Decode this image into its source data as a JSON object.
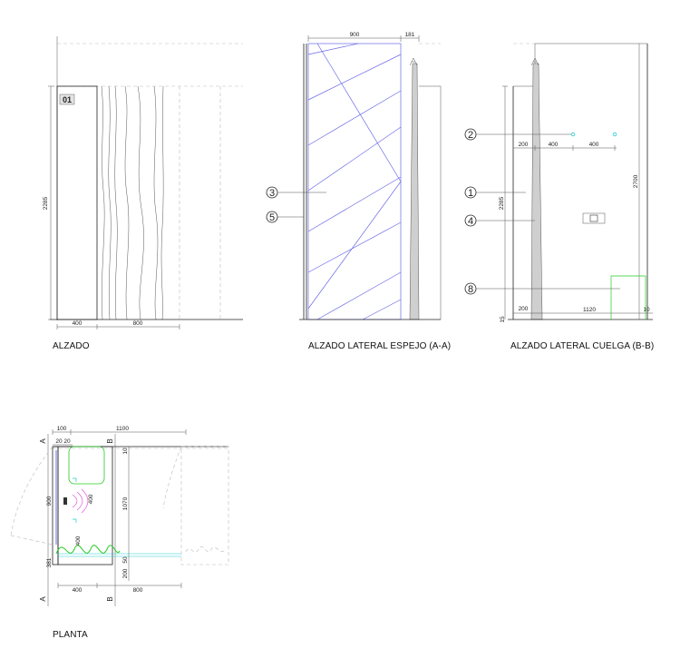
{
  "views": {
    "alzado": {
      "caption": "ALZADO",
      "module_tag": "01",
      "dims": {
        "height": "2285",
        "width_a": "400",
        "width_b": "800"
      }
    },
    "lateral_espejo": {
      "caption": "ALZADO LATERAL ESPEJO (A-A)",
      "dims": {
        "top_a": "900",
        "top_b": "181"
      },
      "callouts": [
        "3",
        "5"
      ]
    },
    "lateral_cuelga": {
      "caption": "ALZADO LATERAL CUELGA (B-B)",
      "dims": {
        "left_h": "2285",
        "total_h": "2700",
        "d200a": "200",
        "d400a": "400",
        "d400b": "400",
        "d200b": "200",
        "d1120": "1120",
        "d10": "10",
        "d15": "15"
      },
      "callouts": [
        "2",
        "1",
        "4",
        "8"
      ]
    },
    "planta": {
      "caption": "PLANTA",
      "section_marks": {
        "a": "A",
        "b": "B"
      },
      "dims": {
        "d100": "100",
        "d1100": "1100",
        "d20a": "20",
        "d20b": "20",
        "d10": "10",
        "d900": "900",
        "d1070": "1070",
        "d400a": "400",
        "d400b": "400",
        "d381": "381",
        "d200": "200",
        "d50": "50",
        "d400c": "400",
        "d800": "800"
      }
    }
  },
  "colors": {
    "line": "#222222",
    "hatch": "#6a6ae8",
    "cyan": "#22cccc",
    "green": "#22cc22",
    "magenta": "#dd44dd"
  }
}
